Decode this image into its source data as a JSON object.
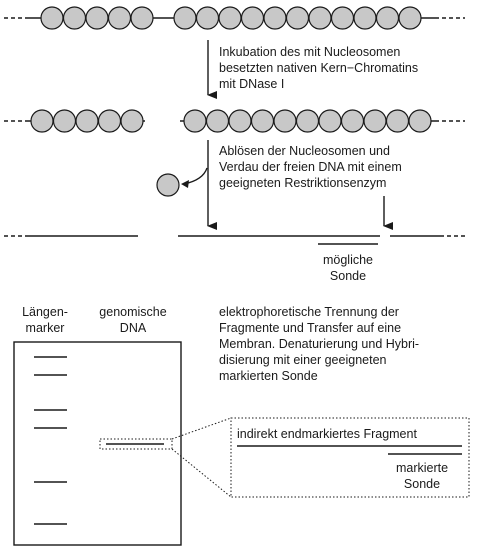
{
  "colors": {
    "ink": "#1a1a1a",
    "nucleosome_fill": "#c8c8c8"
  },
  "steps": {
    "step1_lines": [
      "Inkubation des mit Nucleosomen",
      "besetzten nativen Kern−Chromatins",
      "mit DNase I"
    ],
    "step2_lines": [
      "Ablösen der Nucleosomen und",
      "Verdau der freien DNA mit einem",
      "geeigneten Restriktionsenzym"
    ],
    "step3_lines": [
      "elektrophoretische Trennung der",
      "Fragmente und Transfer auf eine",
      "Membran. Denaturierung und Hybri-",
      "disierung mit einer geeigneten",
      "markierten Sonde"
    ]
  },
  "labels": {
    "possible_probe": [
      "mögliche",
      "Sonde"
    ],
    "size_marker": [
      "Längen-",
      "marker"
    ],
    "genomic_dna": [
      "genomische",
      "DNA"
    ],
    "indirect_fragment": "indirekt endmarkiertes Fragment",
    "labeled_probe": [
      "markierte",
      "Sonde"
    ]
  },
  "icons": {
    "nucleosome": "circle",
    "arrow": "down-arrow",
    "dna": "line"
  }
}
